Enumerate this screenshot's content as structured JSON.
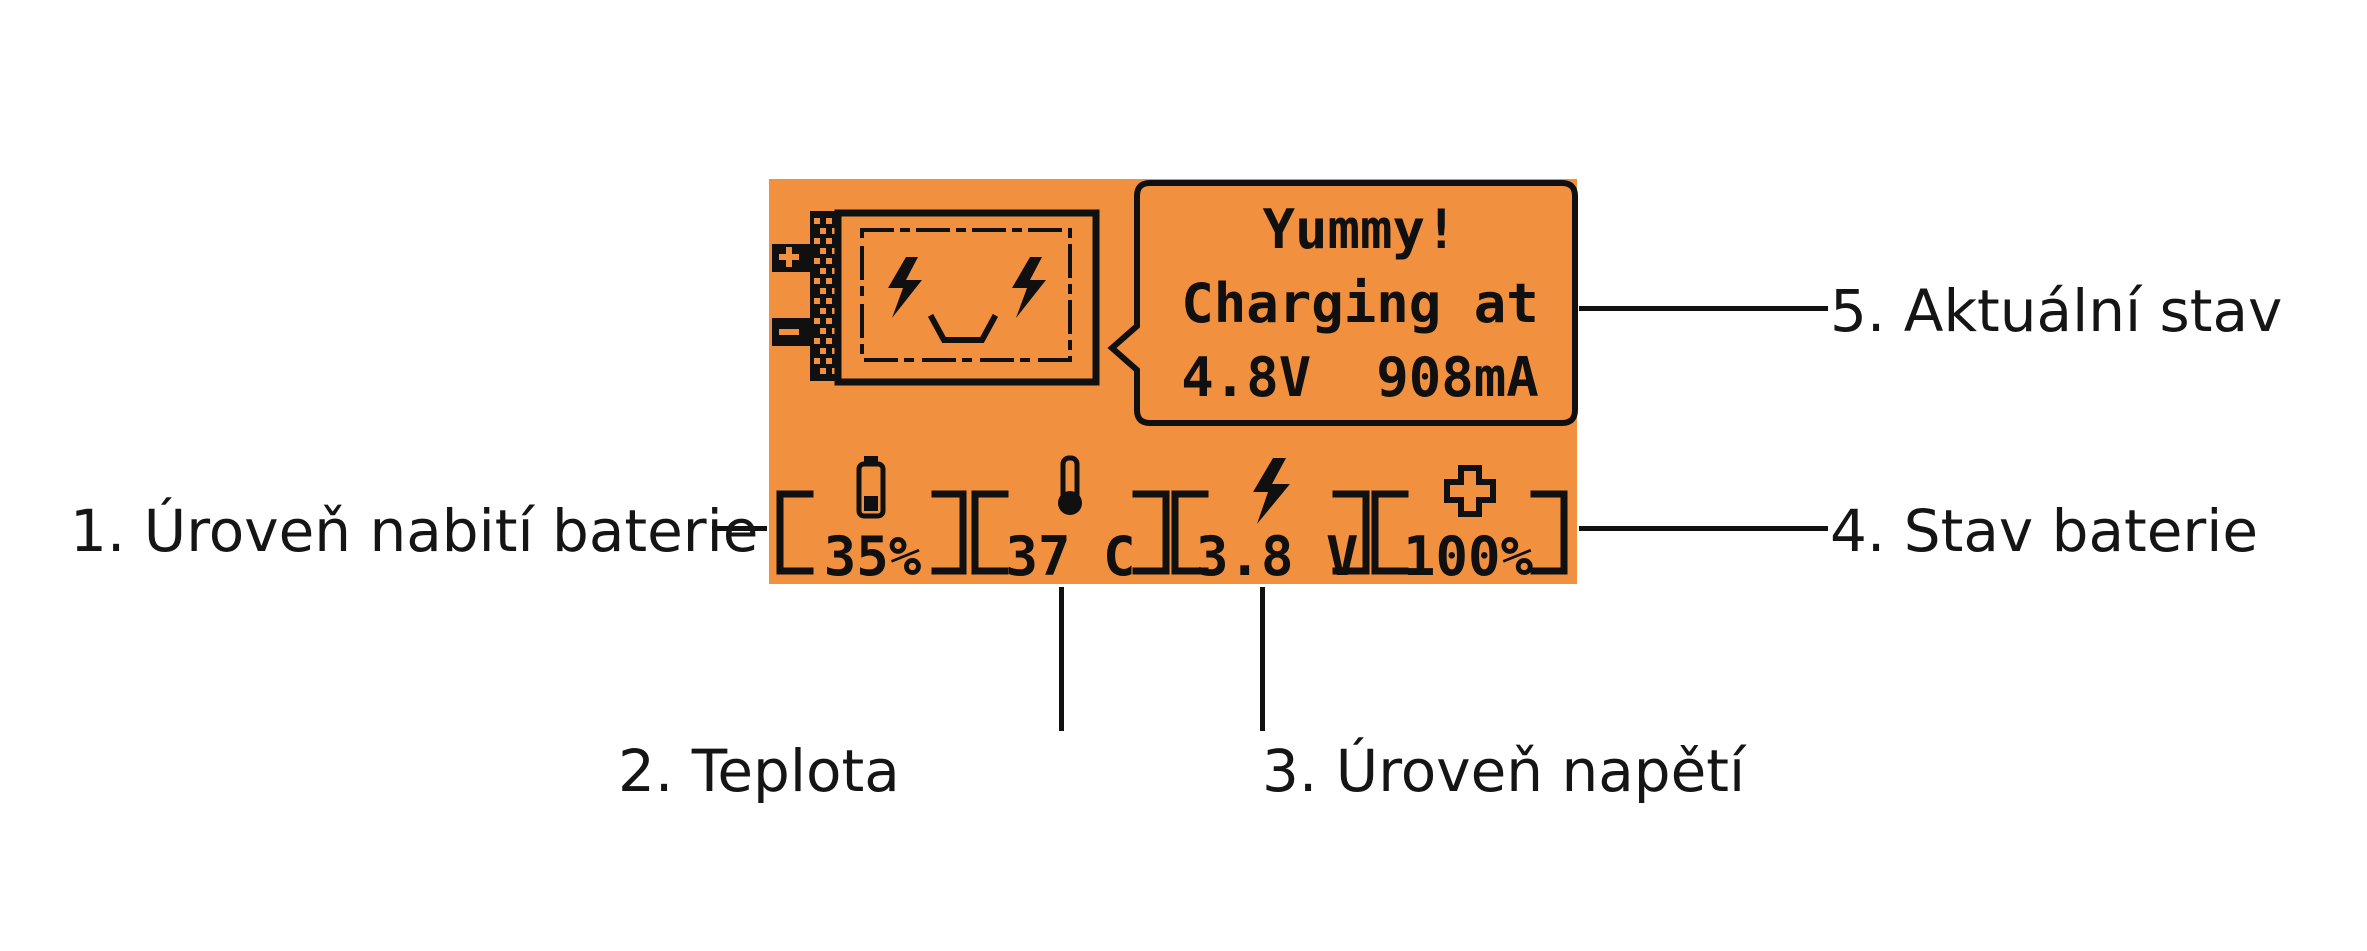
{
  "display": {
    "background": "#f1913f",
    "ink": "#101010",
    "battery_face": {
      "terminals": [
        "+",
        "-"
      ],
      "eyes": [
        "lightning-bolt-icon",
        "lightning-bolt-icon"
      ],
      "mouth": "smile"
    },
    "status_bubble": {
      "lines": [
        "Yummy!",
        "Charging at",
        "4.8V  908mA"
      ]
    },
    "stats": [
      {
        "icon": "battery-icon",
        "value": "35%",
        "level": 0.35
      },
      {
        "icon": "thermometer-icon",
        "value": "37 C"
      },
      {
        "icon": "lightning-bolt-icon",
        "value": "3.8 V"
      },
      {
        "icon": "health-cross-icon",
        "value": "100%"
      }
    ]
  },
  "callouts": {
    "charge_level": "1. Úroveň nabití baterie",
    "temperature": "2. Teplota",
    "voltage": "3. Úroveň napětí",
    "health": "4. Stav baterie",
    "status": "5. Aktuální stav"
  }
}
